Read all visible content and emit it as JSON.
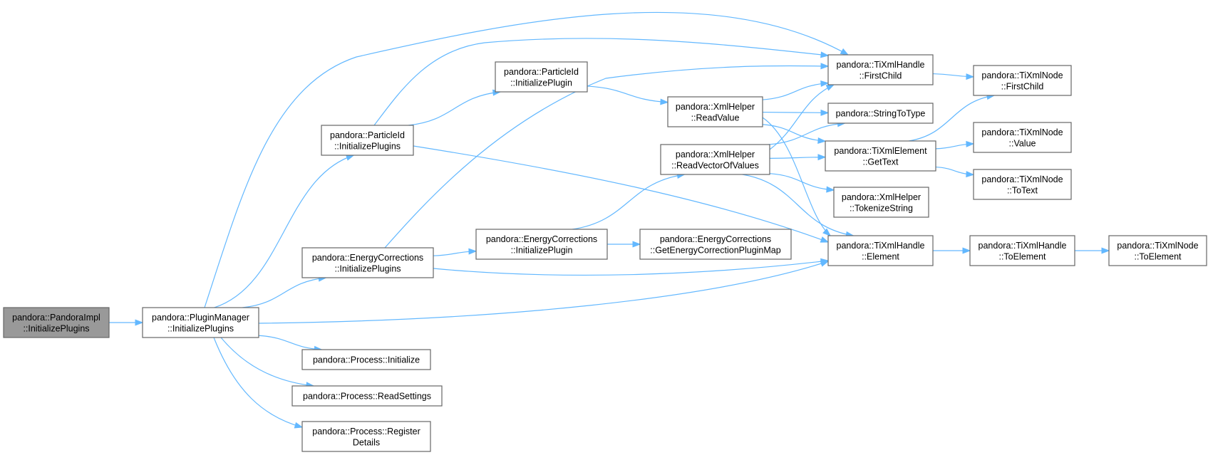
{
  "diagram": {
    "nodes": [
      {
        "id": "root",
        "lines": [
          "pandora::PandoraImpl",
          "::InitializePlugins"
        ],
        "highlight": true
      },
      {
        "id": "pm",
        "lines": [
          "pandora::PluginManager",
          "::InitializePlugins"
        ]
      },
      {
        "id": "pid_ips",
        "lines": [
          "pandora::ParticleId",
          "::InitializePlugins"
        ]
      },
      {
        "id": "pid_ip",
        "lines": [
          "pandora::ParticleId",
          "::InitializePlugin"
        ]
      },
      {
        "id": "ec_ips",
        "lines": [
          "pandora::EnergyCorrections",
          "::InitializePlugins"
        ]
      },
      {
        "id": "ec_ip",
        "lines": [
          "pandora::EnergyCorrections",
          "::InitializePlugin"
        ]
      },
      {
        "id": "ec_map",
        "lines": [
          "pandora::EnergyCorrections",
          "::GetEnergyCorrectionPluginMap"
        ]
      },
      {
        "id": "p_init",
        "lines": [
          "pandora::Process::Initialize"
        ]
      },
      {
        "id": "p_read",
        "lines": [
          "pandora::Process::ReadSettings"
        ]
      },
      {
        "id": "p_reg",
        "lines": [
          "pandora::Process::Register",
          "Details"
        ]
      },
      {
        "id": "xh_rv",
        "lines": [
          "pandora::XmlHelper",
          "::ReadValue"
        ]
      },
      {
        "id": "xh_rvv",
        "lines": [
          "pandora::XmlHelper",
          "::ReadVectorOfValues"
        ]
      },
      {
        "id": "h_fc",
        "lines": [
          "pandora::TiXmlHandle",
          "::FirstChild"
        ]
      },
      {
        "id": "s2t",
        "lines": [
          "pandora::StringToType"
        ]
      },
      {
        "id": "el_gt",
        "lines": [
          "pandora::TiXmlElement",
          "::GetText"
        ]
      },
      {
        "id": "xh_tok",
        "lines": [
          "pandora::XmlHelper",
          "::TokenizeString"
        ]
      },
      {
        "id": "h_el",
        "lines": [
          "pandora::TiXmlHandle",
          "::Element"
        ]
      },
      {
        "id": "n_fc",
        "lines": [
          "pandora::TiXmlNode",
          "::FirstChild"
        ]
      },
      {
        "id": "n_val",
        "lines": [
          "pandora::TiXmlNode",
          "::Value"
        ]
      },
      {
        "id": "n_tt",
        "lines": [
          "pandora::TiXmlNode",
          "::ToText"
        ]
      },
      {
        "id": "h_te",
        "lines": [
          "pandora::TiXmlHandle",
          "::ToElement"
        ]
      },
      {
        "id": "n_te",
        "lines": [
          "pandora::TiXmlNode",
          "::ToElement"
        ]
      }
    ],
    "edges": [
      {
        "from": "root",
        "to": "pm"
      },
      {
        "from": "pm",
        "to": "pid_ips"
      },
      {
        "from": "pm",
        "to": "h_fc"
      },
      {
        "from": "pm",
        "to": "ec_ips"
      },
      {
        "from": "pm",
        "to": "h_el"
      },
      {
        "from": "pm",
        "to": "p_init"
      },
      {
        "from": "pm",
        "to": "p_read"
      },
      {
        "from": "pm",
        "to": "p_reg"
      },
      {
        "from": "pid_ips",
        "to": "h_fc"
      },
      {
        "from": "pid_ips",
        "to": "pid_ip"
      },
      {
        "from": "pid_ips",
        "to": "h_el"
      },
      {
        "from": "pid_ip",
        "to": "xh_rv"
      },
      {
        "from": "ec_ips",
        "to": "h_fc"
      },
      {
        "from": "ec_ips",
        "to": "ec_ip"
      },
      {
        "from": "ec_ips",
        "to": "h_el"
      },
      {
        "from": "ec_ip",
        "to": "xh_rvv"
      },
      {
        "from": "ec_ip",
        "to": "ec_map"
      },
      {
        "from": "xh_rv",
        "to": "h_fc"
      },
      {
        "from": "xh_rv",
        "to": "s2t"
      },
      {
        "from": "xh_rv",
        "to": "el_gt"
      },
      {
        "from": "xh_rv",
        "to": "h_el"
      },
      {
        "from": "xh_rvv",
        "to": "h_fc"
      },
      {
        "from": "xh_rvv",
        "to": "s2t"
      },
      {
        "from": "xh_rvv",
        "to": "el_gt"
      },
      {
        "from": "xh_rvv",
        "to": "xh_tok"
      },
      {
        "from": "xh_rvv",
        "to": "h_el"
      },
      {
        "from": "h_fc",
        "to": "n_fc"
      },
      {
        "from": "el_gt",
        "to": "n_fc"
      },
      {
        "from": "el_gt",
        "to": "n_val"
      },
      {
        "from": "el_gt",
        "to": "n_tt"
      },
      {
        "from": "h_el",
        "to": "h_te"
      },
      {
        "from": "h_te",
        "to": "n_te"
      }
    ]
  },
  "colors": {
    "edge": "#63b8ff",
    "node_border": "#666666",
    "root_fill": "#999999",
    "node_fill": "#ffffff"
  }
}
